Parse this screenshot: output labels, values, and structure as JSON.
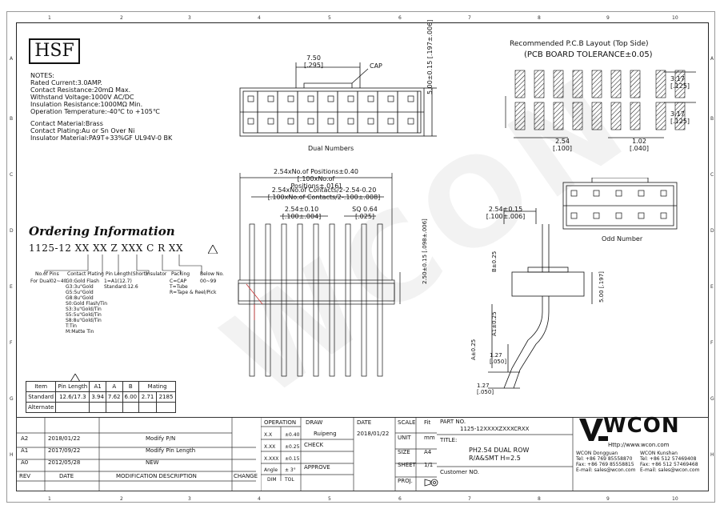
{
  "logo_hsf": "HSF",
  "notes": [
    "NOTES:",
    "Rated Current:3.0AMP.",
    "Contact Resistance:20mΩ Max.",
    "Withstand Voltage:1000V AC/DC",
    "Insulation Resistance:1000MΩ Min.",
    "Operation Temperature:-40℃ to +105℃",
    "Contact Material:Brass",
    "Contact Plating:Au or Sn Over Ni",
    "Insulator Material:PA9T+33%GF UL94V-0 BK"
  ],
  "ordering": {
    "title": "Ordering Information",
    "code": "1125-12 XX XX Z XXX C R XX",
    "fields": [
      "No.of Pins",
      "Contact Plating",
      "Pin Length(Short)",
      "Insulator",
      "Packing",
      "Below No."
    ],
    "details": [
      "For Dual02~40",
      "G0:Gold Flash",
      "G3:3u\"Gold",
      "G5:5u\"Gold",
      "G8:8u\"Gold",
      "S0:Gold Flash/Tin",
      "S3:3u\"Gold/Tin",
      "S5:5u\"Gold/Tin",
      "S8:8u\"Gold/Tin",
      "T:Tin",
      "M:Matte Tin",
      "1=A1(12.7)",
      "Standard:12.6",
      "C=CAP",
      "T=Tube",
      "R=Tape & Reel/Pick",
      "00~99"
    ]
  },
  "dim_table": {
    "headers": [
      "Item",
      "Pin Length",
      "A1",
      "A",
      "B",
      "Mating"
    ],
    "rows": [
      [
        "Standard",
        "12.6/17.3",
        "3.94",
        "7.62",
        "6.00",
        "2.71",
        "2185"
      ],
      [
        "Alternate",
        "",
        "",
        "",
        "",
        "",
        ""
      ]
    ]
  },
  "drawings": {
    "dual_numbers_label": "Dual Numbers",
    "odd_number_label": "Odd Number",
    "cap_label": "CAP",
    "dim_top_750": "7.50",
    "dim_top_295": "[.295]",
    "dim_500": "5.00±0.15",
    "dim_197": "[.197±.006]",
    "dim_254_pos": "2.54xNo.of Positions±0.40",
    "dim_100_pos": "[.100xNo.of Positions±.016]",
    "dim_254_contacts": "2.54xNo.of Contacts/2-2.54-0.20",
    "dim_100_contacts": "[.100xNo.of Contacts/2-.100±.008]",
    "dim_254_010": "2.54±0.10",
    "dim_100_004": "[.100±.004]",
    "dim_064": "SQ 0.64",
    "dim_025": "[.025]",
    "dim_254_015": "2.54±0.15",
    "dim_100_006": "[.100±.006]",
    "dim_250": "2.50±0.15",
    "dim_098": "[.098±.006]",
    "dim_a": "A±0.25",
    "dim_a1": "A1±0.25",
    "dim_b": "B±0.25",
    "dim_500b": "5.00",
    "dim_197b": "[.197]",
    "dim_127": "1.27",
    "dim_050": "[.050]"
  },
  "pcb": {
    "title": "Recommended P.C.B Layout (Top Side)",
    "subtitle": "(PCB BOARD TOLERANCE±0.05)",
    "dim_317": "3.17",
    "dim_125": "[.125]",
    "dim_254": "2.54",
    "dim_100": "[.100]",
    "dim_102": "1.02",
    "dim_040": "[.040]"
  },
  "title_block": {
    "revisions": [
      {
        "rev": "A2",
        "date": "2018/01/22",
        "desc": "Modify P/N"
      },
      {
        "rev": "A1",
        "date": "2017/09/22",
        "desc": "Modify Pin Length"
      },
      {
        "rev": "A0",
        "date": "2012/05/28",
        "desc": "NEW"
      }
    ],
    "rev_header": "REV",
    "date_header": "DATE",
    "desc_header": "MODIFICATION DESCRIPTION",
    "change_header": "CHANGE",
    "operation": "OPERATION",
    "tol": [
      {
        "k": "X.X",
        "v": "±0.40"
      },
      {
        "k": "X.XX",
        "v": "±0.25"
      },
      {
        "k": "X.XXX",
        "v": "±0.15"
      },
      {
        "k": "Angle",
        "v": "± 3°"
      }
    ],
    "dim_label": "DIM",
    "tol_label": "TOL",
    "draw": "DRAW",
    "draw_name": "Ruipeng",
    "check": "CHECK",
    "approve": "APPROVE",
    "date_label": "DATE",
    "date_value": "2018/01/22",
    "scale": "SCALE",
    "scale_val": "Fit",
    "unit": "UNIT",
    "unit_val": "mm",
    "size": "SIZE",
    "size_val": "A4",
    "sheet": "SHEET",
    "sheet_val": "1/1",
    "proj": "PROJ.",
    "part_no_label": "PART NO.",
    "part_no": "1125-12XXXXZXXXCRXX",
    "title_label": "TITLE:",
    "title_line1": "PH2.54 DUAL ROW",
    "title_line2": "R/A&SMT H=2.5",
    "customer_no": "Customer NO.",
    "brand": "WCON",
    "website": "Http://www.wcon.com",
    "contact_left": [
      "WCON Dongguan",
      "Tel: +86 769 85558870",
      "Fax: +86 769 85558815",
      "E-mail: sales@wcon.com"
    ],
    "contact_right": [
      "WCON Kunshan",
      "Tel: +86 512 57469408",
      "Fax: +86 512 57469468",
      "E-mail: sales@wcon.com"
    ]
  },
  "watermark": "WCON",
  "grid_top": [
    "1",
    "2",
    "3",
    "4",
    "5",
    "6",
    "7",
    "8",
    "9",
    "10"
  ],
  "grid_side": [
    "A",
    "B",
    "C",
    "D",
    "E",
    "F",
    "G",
    "H"
  ],
  "rev_mark": "A2"
}
